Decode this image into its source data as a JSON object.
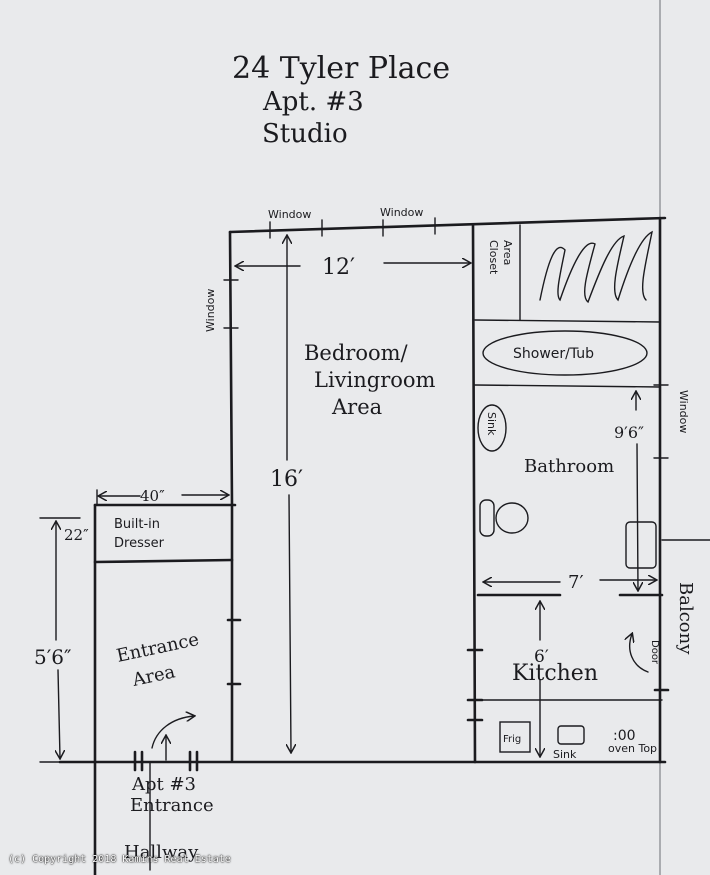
{
  "title": {
    "address": "24 Tyler Place",
    "unit": "Apt. #3",
    "type": "Studio"
  },
  "rooms": {
    "bedroom_line1": "Bedroom/",
    "bedroom_line2": "Livingroom",
    "bedroom_line3": "Area",
    "bathroom": "Bathroom",
    "kitchen": "Kitchen",
    "entrance_line1": "Entrance",
    "entrance_line2": "Area",
    "closet_line1": "Closet",
    "closet_line2": "Area",
    "dresser_line1": "Built-in",
    "dresser_line2": "Dresser",
    "balcony": "Balcony",
    "hallway": "Hallway",
    "apt_entrance_line1": "Apt #3",
    "apt_entrance_line2": "Entrance"
  },
  "fixtures": {
    "shower": "Shower/Tub",
    "bath_sink": "Sink",
    "kitchen_sink": "Sink",
    "fridge": "Frig",
    "oven": "oven Top",
    "oven_burners": ":00",
    "door": "Door"
  },
  "windows": {
    "top_left": "Window",
    "top_right": "Window",
    "left": "Window",
    "right": "Window"
  },
  "dimensions": {
    "width_main": "12′",
    "length_main": "16′",
    "dresser_width": "40″",
    "dresser_depth": "22″",
    "entrance_length": "5′6″",
    "bath_width": "7′",
    "bath_depth": "9′6″",
    "kitchen_depth": "6′"
  },
  "copyright": "(c) Copyright 2018 Kamins Real Estate"
}
